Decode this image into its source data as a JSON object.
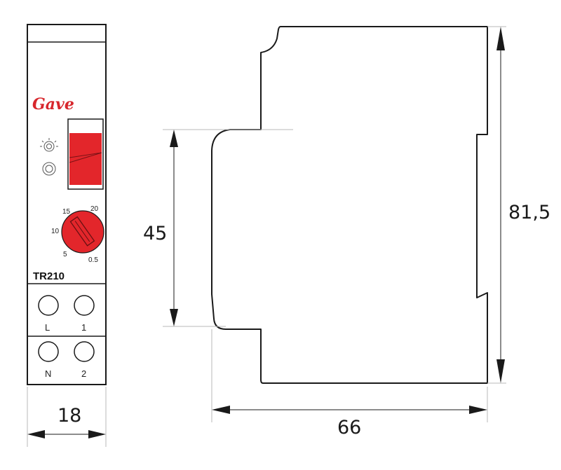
{
  "front_view": {
    "brand": "Gave",
    "model": "TR210",
    "dial_scale": [
      "20",
      "15",
      "10",
      "5",
      "0.5"
    ],
    "terminals_top": [
      "L",
      "1"
    ],
    "terminals_bottom": [
      "N",
      "2"
    ]
  },
  "dimensions": {
    "width_front": "18",
    "depth": "66",
    "height_total": "81,5",
    "height_front": "45"
  },
  "colors": {
    "accent": "#e3262b",
    "outline": "#1a1a1a",
    "dimension": "#b8b8b8"
  }
}
